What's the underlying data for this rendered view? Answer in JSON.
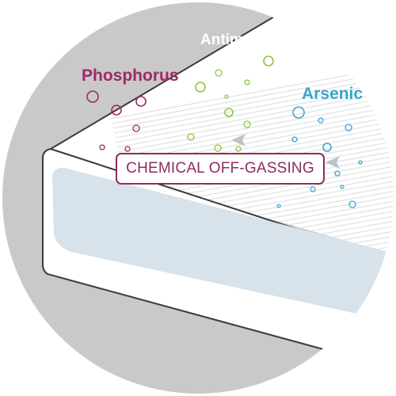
{
  "labels": {
    "antimony": "Antimony",
    "phosphorus": "Phosphorus",
    "arsenic": "Arsenic"
  },
  "banner": "CHEMICAL OFF-GASSING",
  "colors": {
    "phosphorus": "#a0286a",
    "antimony": "#8cc63f",
    "arsenic": "#3aa6c8",
    "banner_text": "#8e2b5f",
    "background_gray": "#c8c8c8",
    "mattress_side": "#d7e2ea",
    "outline": "#3a3a3a"
  }
}
